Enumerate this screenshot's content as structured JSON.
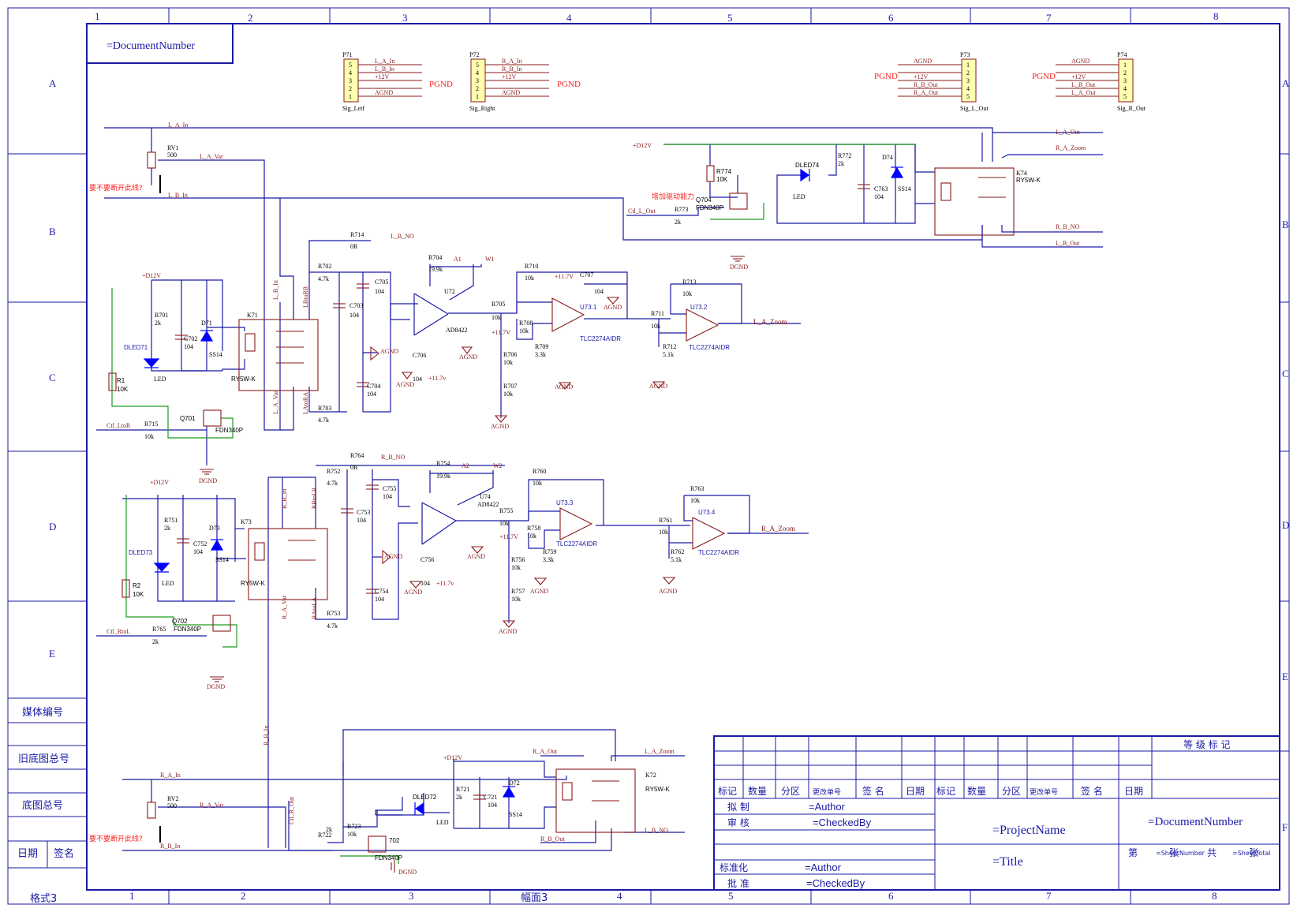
{
  "colors": {
    "frame": "#1a1aa6",
    "wire": "#1a1aa6",
    "part": "#8b1a1a",
    "label": "#8b1a1a",
    "note": "#ff2020",
    "green": "#1e9a1e",
    "blue": "#0000ff",
    "text": "#000000"
  },
  "border": {
    "cols": [
      "1",
      "2",
      "3",
      "4",
      "5",
      "6",
      "7",
      "8"
    ],
    "rows": [
      "A",
      "B",
      "C",
      "D",
      "E",
      "F"
    ],
    "format_label": "格式3",
    "size_label": "幅面3"
  },
  "doc_number_box": "=DocumentNumber",
  "side_table": {
    "media": "媒体编号",
    "old_total": "旧底图总号",
    "base_total": "底图总号",
    "date": "日期",
    "sign": "签名"
  },
  "connectors": [
    {
      "ref": "P71",
      "name": "Sig_Letf",
      "pins": [
        "5",
        "4",
        "3",
        "2",
        "1"
      ],
      "nets": [
        "L_A_In",
        "L_B_In",
        "+12V",
        "",
        "AGND"
      ],
      "gnd": "PGND"
    },
    {
      "ref": "P72",
      "name": "Sig_Right",
      "pins": [
        "5",
        "4",
        "3",
        "2",
        "1"
      ],
      "nets": [
        "R_A_In",
        "R_B_In",
        "+12V",
        "",
        "AGND"
      ],
      "gnd": "PGND"
    },
    {
      "ref": "P73",
      "name": "Sig_L_Out",
      "pins": [
        "1",
        "2",
        "3",
        "4",
        "5"
      ],
      "nets": [
        "AGND",
        "",
        "+12V",
        "R_B_Out",
        "R_A_Out"
      ],
      "gnd": "PGND"
    },
    {
      "ref": "P74",
      "name": "Sig_R_Out",
      "pins": [
        "1",
        "2",
        "3",
        "4",
        "5"
      ],
      "nets": [
        "AGND",
        "",
        "+12V",
        "L_B_Out",
        "L_A_Out"
      ],
      "gnd": "PGND"
    }
  ],
  "nets": {
    "l_a_in": "L_A_In",
    "l_a_var": "L_A_Var",
    "l_b_in": "L_B_In",
    "l_b_no": "L_B_NO",
    "r_b_no": "R_B_NO",
    "l_a_out": "L_A_Out",
    "r_a_zoom": "R_A_Zoom",
    "l_a_zoom": "L_A_Zoom",
    "l_b_out": "L_B_Out",
    "r_b_no2": "R_B_NO",
    "r_a_in": "R_A_In",
    "r_a_var": "R_A_Var",
    "r_b_in": "R_B_In",
    "r_a_out": "R_A_Out",
    "r_b_out": "R_B_Out",
    "ctl_ltor": "Ctl_LtoR",
    "ctl_rtol": "Ctl_RtoL",
    "ctl_l_out": "Ctl_L_Out",
    "ctl_r_out": "Ctl_R_Out",
    "lbtorb": "LBtoRB",
    "latora": "LAtoRA",
    "rbtolb": "RBtoLB",
    "ratola": "RAtoLA",
    "a1": "A1",
    "w1": "W1",
    "a2": "A2",
    "w2": "W2"
  },
  "power": {
    "d12v": "+D12V",
    "v117": "+11.7V",
    "v117b": "+11.7v",
    "agnd": "AGND",
    "dgnd": "DGND",
    "pgnd": "PGND"
  },
  "notes": {
    "cut1": "要不要断开此线?",
    "cut2": "要不要断开此线?",
    "drive": "增加驱动能力"
  },
  "parts": {
    "rv1": "RV1",
    "rv1v": "500",
    "rv2": "RV2",
    "rv2v": "500",
    "r701": "R701",
    "r701v": "2k",
    "c702": "C702",
    "c702v": "104",
    "d71": "D71",
    "d71v": "SS14",
    "dled71": "DLED71",
    "led": "LED",
    "r1": "R1",
    "r1v": "10K",
    "q701": "Q701",
    "fdn": "FDN340P",
    "r715": "R715",
    "r715v": "10k",
    "k71": "K71",
    "ry": "RY5W-K",
    "r714": "R714",
    "r714v": "0R",
    "r702": "R702",
    "r702v": "4.7k",
    "r703": "R703",
    "r703v": "4.7k",
    "c705": "C705",
    "c703": "C703",
    "c704": "C704",
    "c706": "C706",
    "c707": "C707",
    "cv": "104",
    "r704": "R704",
    "r704v": "19.9k",
    "u72": "U72",
    "ad8422": "AD8422",
    "r705": "R705",
    "r705v": "10k",
    "r706": "R706",
    "r706v": "10k",
    "r707": "R707",
    "r707v": "10k",
    "r708": "R708",
    "r708v": "10k",
    "r709": "R709",
    "r709v": "3.3k",
    "r710": "R710",
    "r710v": "10k",
    "u731": "U73.1",
    "tlc": "TLC2274AIDR",
    "r711": "R711",
    "r711v": "10k",
    "r712": "R712",
    "r712v": "5.1k",
    "r713": "R713",
    "r713v": "10k",
    "u732": "U73.2",
    "r751": "R751",
    "r751v": "2k",
    "c752": "C752",
    "c752v": "104",
    "d73": "D73",
    "d73v": "SS14",
    "dled73": "DLED73",
    "r2": "R2",
    "r2v": "10K",
    "q702": "Q702",
    "r765": "R765",
    "r765v": "2k",
    "k73": "K73",
    "r764": "R764",
    "r764v": "0R",
    "r752": "R752",
    "r752v": "4.7k",
    "r753": "R753",
    "r753v": "4.7k",
    "c755": "C755",
    "c753": "C753",
    "c754": "C754",
    "c756": "C756",
    "r754": "R754",
    "r754v": "19.9k",
    "u74": "U74",
    "r755": "R755",
    "r755v": "10k",
    "r756": "R756",
    "r756v": "10k",
    "r757": "R757",
    "r757v": "10k",
    "r758": "R758",
    "r758v": "10k",
    "r759": "R759",
    "r759v": "3.3k",
    "r760": "R760",
    "r760v": "10k",
    "u733": "U73.3",
    "r761": "R761",
    "r761v": "10k",
    "r762": "R762",
    "r762v": "5.1k",
    "r763": "R763",
    "r763v": "10k",
    "u734": "U73.4",
    "r774": "R774",
    "r774v": "10K",
    "q704": "Q704",
    "r773": "R773",
    "r773v": "2k",
    "dled74": "DLED74",
    "r772": "R772",
    "r772v": "2k",
    "c763": "C763",
    "c763v": "104",
    "d74": "D74",
    "d74v": "SS14",
    "k74": "K74",
    "dled72": "DLED72",
    "r721": "R721",
    "r721v": "2k",
    "c721": "C721",
    "c721v": "104",
    "d72": "D72",
    "d72v": "SS14",
    "r722": "R722",
    "r722v": "2k",
    "r723": "R723",
    "r723v": "10k",
    "q702b": "702",
    "k72": "K72"
  },
  "title_block": {
    "grade": "等 级 标 记",
    "headers": [
      "标记",
      "数量",
      "分区",
      "更改单号",
      "签 名",
      "日期",
      "标记",
      "数量",
      "分区",
      "更改单号",
      "签 名",
      "日期"
    ],
    "draw": "拟 制",
    "check": "审 核",
    "std": "标准化",
    "approve": "批 准",
    "author": "=Author",
    "checked": "=CheckedBy",
    "author2": "=Author",
    "checked2": "=CheckedBy",
    "project": "=ProjectName",
    "title": "=Title",
    "docnum": "=DocumentNumber",
    "sheet_di": "第",
    "sheet_number": "=SheetNumber",
    "sheet_zhang": "张",
    "sheet_gong": "共",
    "sheet_total": "=SheetTotal",
    "sheet_zhang2": "张"
  }
}
